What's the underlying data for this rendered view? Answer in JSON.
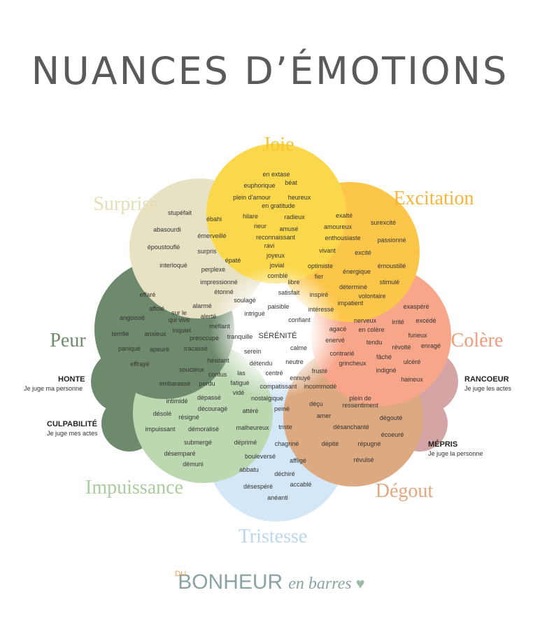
{
  "title": "NUANCES D’ÉMOTIONS",
  "center": {
    "label": "SÉRÉNITÉ"
  },
  "petals": [
    {
      "id": "joie",
      "name": "Joie",
      "color": "#fbd84b",
      "label_color": "#f3c532",
      "words": [
        "en extase",
        "béat",
        "euphorique",
        "plein d'amour",
        "heureux",
        "en gratitude",
        "hilare",
        "radieux",
        "rieur",
        "amusé",
        "reconnaissant",
        "ravi",
        "joyeux",
        "jovial",
        "comblé",
        "libre"
      ]
    },
    {
      "id": "excitation",
      "name": "Excitation",
      "color": "#fcc64b",
      "label_color": "#f7b43a",
      "words": [
        "exalté",
        "surexcité",
        "amoureux",
        "enthousiaste",
        "passionné",
        "vivant",
        "excité",
        "optimiste",
        "émoustillé",
        "énergique",
        "fier",
        "stimulé",
        "déterminé",
        "volontaire",
        "impatient",
        "inspiré"
      ]
    },
    {
      "id": "colere",
      "name": "Colère",
      "color": "#f7a68a",
      "label_color": "#f19a7a",
      "words": [
        "exaspéré",
        "irrité",
        "excédé",
        "nerveux",
        "agacé",
        "en colère",
        "furieux",
        "enervé",
        "tendu",
        "révolté",
        "enragé",
        "contrarié",
        "fâché",
        "grincheux",
        "ulcéré",
        "indigné",
        "haineux"
      ]
    },
    {
      "id": "degout",
      "name": "Dégout",
      "color": "#dca981",
      "label_color": "#e3a77d",
      "words": [
        "plein de ressentiment",
        "déçu",
        "amer",
        "dégouté",
        "désanchanté",
        "écoeuré",
        "dépité",
        "répugné",
        "révulsé"
      ]
    },
    {
      "id": "tristesse",
      "name": "Tristesse",
      "color": "#d4e7f6",
      "label_color": "#bcd8ef",
      "words": [
        "nostalgique",
        "attéré",
        "peiné",
        "malheureux",
        "triste",
        "déprimé",
        "chagriné",
        "bouleversé",
        "affligé",
        "abbatu",
        "déchiré",
        "désespéré",
        "accablé",
        "anéanti"
      ]
    },
    {
      "id": "impuissance",
      "name": "Impuissance",
      "color": "#bcd8b0",
      "label_color": "#a9cc9c",
      "words": [
        "soucieux",
        "confus",
        "embarassé",
        "perdu",
        "intimidé",
        "dépassé",
        "désolé",
        "découragé",
        "résigné",
        "impuissant",
        "démoralisé",
        "submergé",
        "désemparé",
        "démuni"
      ]
    },
    {
      "id": "peur",
      "name": "Peur",
      "color": "#6e8a6c",
      "label_color": "#6e8a6c",
      "words": [
        "effaré",
        "affolé",
        "alarmé",
        "angoissé",
        "sur le qui vive",
        "alerté",
        "terrifié",
        "anxieux",
        "inquiet",
        "préoccupé",
        "paniqué",
        "apeuré",
        "tracassé",
        "effrayé"
      ]
    },
    {
      "id": "surprise",
      "name": "Surprise",
      "color": "#e8e2c4",
      "label_color": "#e6ddb4",
      "words": [
        "stupéfait",
        "ébahi",
        "abasourdi",
        "émerveillé",
        "époustouflé",
        "surpris",
        "épaté",
        "interloqué",
        "perplexe",
        "impressionné",
        "étonné"
      ]
    }
  ],
  "inner_words": [
    "soulagé",
    "paisible",
    "intrigué",
    "confiant",
    "satisfait",
    "intéressé",
    "méfiant",
    "tranquille",
    "serein",
    "calme",
    "hésitant",
    "détendu",
    "neutre",
    "las",
    "centré",
    "frusté",
    "fatigué",
    "ennuyé",
    "vidé",
    "compatissant",
    "incommodé"
  ],
  "side_labels": [
    {
      "id": "honte",
      "title": "HONTE",
      "subtitle": "Je juge ma personne",
      "color": "#6e8a6c"
    },
    {
      "id": "culpabilite",
      "title": "CULPABILITÉ",
      "subtitle": "Je juge mes actes",
      "color": "#6e8a6c"
    },
    {
      "id": "rancoeur",
      "title": "RANCOEUR",
      "subtitle": "Je juge les actes",
      "color": "#d5a5a6"
    },
    {
      "id": "mepris",
      "title": "MÉPRIS",
      "subtitle": "Je juge la personne",
      "color": "#d5a5a6"
    }
  ],
  "logo": {
    "du": "DU",
    "brand": "BONHEUR",
    "script": "en barres",
    "heart": "♥"
  }
}
